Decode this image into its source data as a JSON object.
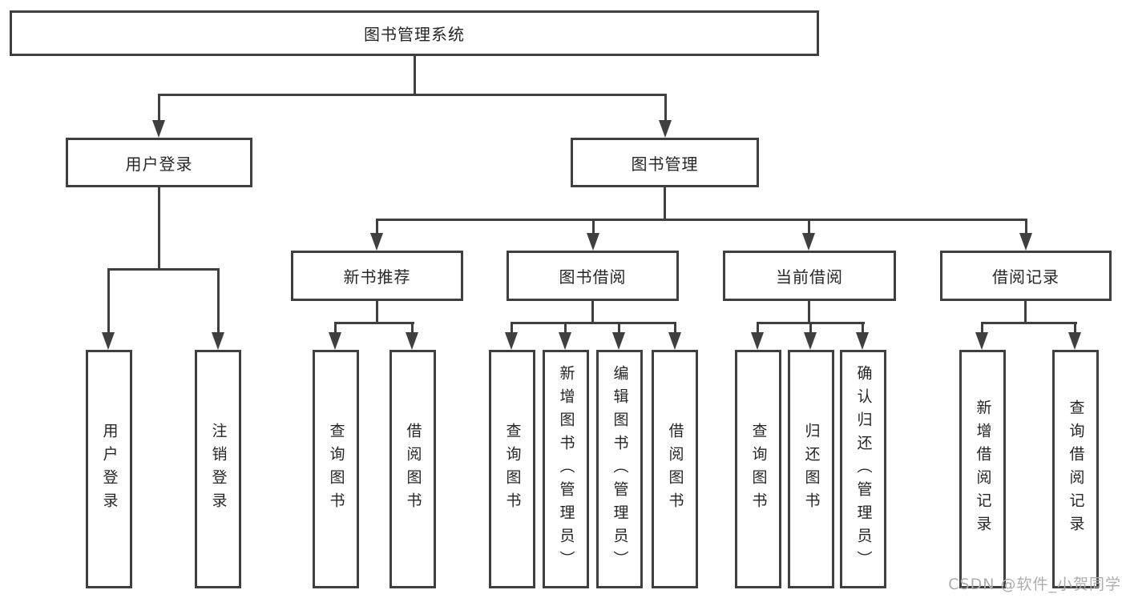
{
  "diagram": {
    "title_node": {
      "label": "图书管理系统"
    },
    "level2": [
      {
        "id": "user-login",
        "label": "用户登录"
      },
      {
        "id": "book-management",
        "label": "图书管理"
      }
    ],
    "level3": [
      {
        "id": "new-book-recommend",
        "label": "新书推荐"
      },
      {
        "id": "book-borrow",
        "label": "图书借阅"
      },
      {
        "id": "current-borrow",
        "label": "当前借阅"
      },
      {
        "id": "borrow-records",
        "label": "借阅记录"
      }
    ],
    "leaves": {
      "user": [
        "用户登录",
        "注销登录"
      ],
      "recommend": [
        "查询图书",
        "借阅图书"
      ],
      "borrow": [
        "查询图书",
        "新增图书（管理员）",
        "编辑图书（管理员）",
        "借阅图书"
      ],
      "current": [
        "查询图书",
        "归还图书",
        "确认归还（管理员）"
      ],
      "records": [
        "新增借阅记录",
        "查询借阅记录"
      ]
    },
    "colors": {
      "line": "#3f3f3f",
      "text": "#262626",
      "watermark": "#adadad"
    }
  },
  "watermark": {
    "text": "CSDN @软件_小贺同学"
  }
}
